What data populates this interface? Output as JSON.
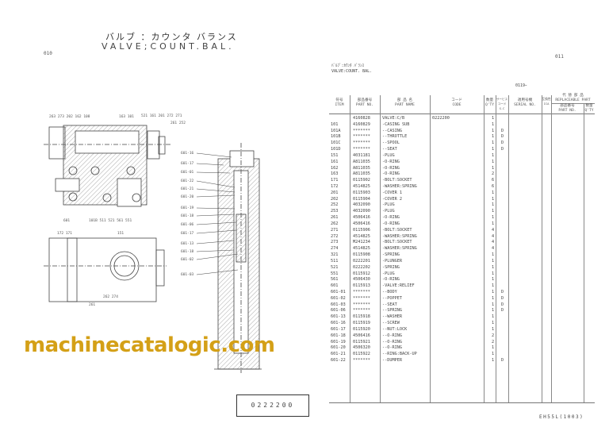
{
  "header": {
    "title_jp": "バルブ ：カウンタ バランス",
    "title_en": "VALVE;COUNT.BAL.",
    "page_left": "010",
    "page_right": "011",
    "sub_title_kana": "ﾊﾞﾙﾌﾞ:ｶｳﾝﾀ ﾊﾞﾗﾝｽ",
    "sub_title_en": "VALVE:COUNT. BAL.",
    "group_code": "0119ｰ"
  },
  "table": {
    "columns": {
      "item_jp": "符号",
      "item_en": "ITEM",
      "part_no_jp": "部品番号",
      "part_no_en": "PART NO.",
      "part_name_jp": "部 品 名",
      "part_name_en": "PART NAME",
      "code_jp": "コード",
      "code_en": "CODE",
      "qty_jp": "数量",
      "qty_en": "Q'TY",
      "sc_jp": "サービス コード",
      "sc_en": "S-C",
      "serial_jp": "適用号機",
      "serial_en": "SERIAL NO.",
      "ica_jp": "互換性",
      "ica_en": "ICA",
      "replaceable_jp": "代 替 部 品",
      "replaceable_en": "REPLACEABLE PART",
      "rp_part_no_jp": "部品番号",
      "rp_part_no_en": "PART NO.",
      "rp_qty_jp": "数量",
      "rp_qty_en": "Q'TY"
    },
    "rows": [
      {
        "item": "",
        "part_no": "4160828",
        "name": "VALVE:C/B",
        "code": "0222200",
        "qty": "1",
        "sc": ""
      },
      {
        "item": "101",
        "part_no": "4160829",
        "name": "-CASING SUB",
        "code": "",
        "qty": "1",
        "sc": ""
      },
      {
        "item": "101A",
        "part_no": "*******",
        "name": "--CASING",
        "code": "",
        "qty": "1",
        "sc": "D"
      },
      {
        "item": "101B",
        "part_no": "*******",
        "name": "--THROTTLE",
        "code": "",
        "qty": "1",
        "sc": "D"
      },
      {
        "item": "101C",
        "part_no": "*******",
        "name": "--SPOOL",
        "code": "",
        "qty": "1",
        "sc": "D"
      },
      {
        "item": "101D",
        "part_no": "*******",
        "name": "--SEAT",
        "code": "",
        "qty": "1",
        "sc": "D"
      },
      {
        "item": "151",
        "part_no": "4031181",
        "name": "-PLUG",
        "code": "",
        "qty": "1",
        "sc": ""
      },
      {
        "item": "161",
        "part_no": "A811035",
        "name": "-O-RING",
        "code": "",
        "qty": "1",
        "sc": ""
      },
      {
        "item": "162",
        "part_no": "A811035",
        "name": "-O-RING",
        "code": "",
        "qty": "1",
        "sc": ""
      },
      {
        "item": "163",
        "part_no": "A811035",
        "name": "-O-RING",
        "code": "",
        "qty": "2",
        "sc": ""
      },
      {
        "item": "171",
        "part_no": "0115902",
        "name": "-BOLT:SOCKET",
        "code": "",
        "qty": "6",
        "sc": ""
      },
      {
        "item": "172",
        "part_no": "4514825",
        "name": "-WASHER:SPRING",
        "code": "",
        "qty": "6",
        "sc": ""
      },
      {
        "item": "201",
        "part_no": "0115903",
        "name": "-COVER 1",
        "code": "",
        "qty": "1",
        "sc": ""
      },
      {
        "item": "202",
        "part_no": "0115904",
        "name": "-COVER 2",
        "code": "",
        "qty": "1",
        "sc": ""
      },
      {
        "item": "252",
        "part_no": "4032090",
        "name": "-PLUG",
        "code": "",
        "qty": "1",
        "sc": ""
      },
      {
        "item": "253",
        "part_no": "4032090",
        "name": "-PLUG",
        "code": "",
        "qty": "1",
        "sc": ""
      },
      {
        "item": "261",
        "part_no": "4506416",
        "name": "-O-RING",
        "code": "",
        "qty": "1",
        "sc": ""
      },
      {
        "item": "262",
        "part_no": "4506416",
        "name": "-O-RING",
        "code": "",
        "qty": "1",
        "sc": ""
      },
      {
        "item": "271",
        "part_no": "0115906",
        "name": "-BOLT:SOCKET",
        "code": "",
        "qty": "4",
        "sc": ""
      },
      {
        "item": "272",
        "part_no": "4514825",
        "name": "-WASHER:SPRING",
        "code": "",
        "qty": "4",
        "sc": ""
      },
      {
        "item": "273",
        "part_no": "M241234",
        "name": "-BOLT:SOCKET",
        "code": "",
        "qty": "4",
        "sc": ""
      },
      {
        "item": "274",
        "part_no": "4514825",
        "name": "-WASHER:SPRING",
        "code": "",
        "qty": "4",
        "sc": ""
      },
      {
        "item": "321",
        "part_no": "0115908",
        "name": "-SPRING",
        "code": "",
        "qty": "1",
        "sc": ""
      },
      {
        "item": "511",
        "part_no": "0222201",
        "name": "-PLUNGER",
        "code": "",
        "qty": "1",
        "sc": ""
      },
      {
        "item": "521",
        "part_no": "0222202",
        "name": "-SPRING",
        "code": "",
        "qty": "1",
        "sc": ""
      },
      {
        "item": "551",
        "part_no": "0115912",
        "name": "-PLUG",
        "code": "",
        "qty": "1",
        "sc": ""
      },
      {
        "item": "561",
        "part_no": "4506430",
        "name": "-O-RING",
        "code": "",
        "qty": "1",
        "sc": ""
      },
      {
        "item": "601",
        "part_no": "0115913",
        "name": "-VALVE:RELIEF",
        "code": "",
        "qty": "1",
        "sc": ""
      },
      {
        "item": "601-01",
        "part_no": "*******",
        "name": "--BODY",
        "code": "",
        "qty": "1",
        "sc": "D"
      },
      {
        "item": "601-02",
        "part_no": "*******",
        "name": "--POPPET",
        "code": "",
        "qty": "1",
        "sc": "D"
      },
      {
        "item": "601-03",
        "part_no": "*******",
        "name": "--SEAT",
        "code": "",
        "qty": "1",
        "sc": "D"
      },
      {
        "item": "601-06",
        "part_no": "*******",
        "name": "--SPRING",
        "code": "",
        "qty": "1",
        "sc": "D"
      },
      {
        "item": "601-13",
        "part_no": "0115918",
        "name": "--WASHER",
        "code": "",
        "qty": "1",
        "sc": ""
      },
      {
        "item": "601-16",
        "part_no": "0115919",
        "name": "--SCREW",
        "code": "",
        "qty": "1",
        "sc": ""
      },
      {
        "item": "601-17",
        "part_no": "0115920",
        "name": "--NUT:LOCK",
        "code": "",
        "qty": "1",
        "sc": ""
      },
      {
        "item": "601-18",
        "part_no": "4506416",
        "name": "--O-RING",
        "code": "",
        "qty": "2",
        "sc": ""
      },
      {
        "item": "601-19",
        "part_no": "0115921",
        "name": "--O-RING",
        "code": "",
        "qty": "2",
        "sc": ""
      },
      {
        "item": "601-20",
        "part_no": "4506320",
        "name": "--O-RING",
        "code": "",
        "qty": "1",
        "sc": ""
      },
      {
        "item": "601-21",
        "part_no": "0115922",
        "name": "--RING:BACK-UP",
        "code": "",
        "qty": "1",
        "sc": ""
      },
      {
        "item": "601-22",
        "part_no": "*******",
        "name": "--DUMPER",
        "code": "",
        "qty": "1",
        "sc": "D"
      }
    ]
  },
  "drawing": {
    "callouts_right": [
      "601-16",
      "601-17",
      "601-01",
      "601-22",
      "601-21",
      "601-20",
      "601-19",
      "601-18",
      "601-06",
      "601-17",
      "601-13",
      "601-18",
      "601-02",
      "601-03"
    ],
    "callouts_top": [
      "263 273 202 162 108",
      "163 101",
      "521 161 201 272 271",
      "261 252"
    ],
    "callouts_bottom": [
      "101B 511 521 561 551",
      "601",
      "172 171",
      "151",
      "262 274",
      "261"
    ]
  },
  "assembly_part_no": "0222200",
  "footer_code": "EH55L(1003)",
  "watermark": "machinecatalogic.com",
  "colors": {
    "watermark": "#d4a017",
    "ink": "#333333"
  }
}
